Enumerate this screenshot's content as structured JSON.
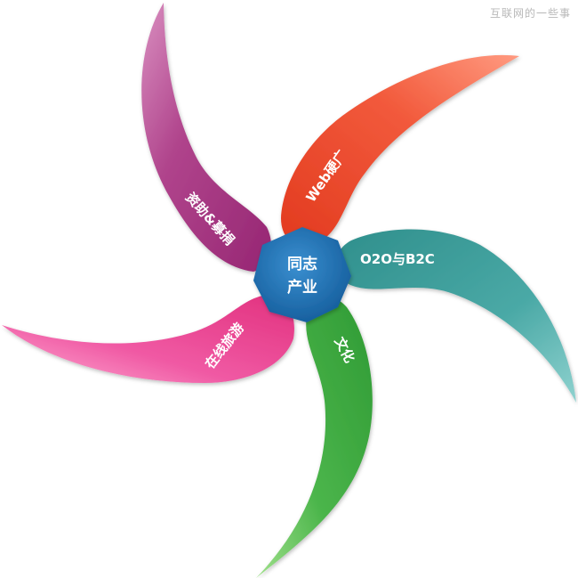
{
  "watermark": "互联网的一些事",
  "center": {
    "line1": "同志",
    "line2": "产业",
    "color": "#1f6fb0"
  },
  "petals": [
    {
      "id": "web",
      "label": "Web硬广",
      "color": "#e8412a",
      "highlight": "#ff8a6a"
    },
    {
      "id": "o2o",
      "label": "O2O与B2C",
      "color": "#3a9e9c",
      "highlight": "#7fcfcb"
    },
    {
      "id": "culture",
      "label": "文化",
      "color": "#3aa33c",
      "highlight": "#8edc7e"
    },
    {
      "id": "travel",
      "label": "在线旅游",
      "color": "#ea3f95",
      "highlight": "#ff9acb"
    },
    {
      "id": "funding",
      "label": "资助&募捐",
      "color": "#a32e7c",
      "highlight": "#d47db6"
    }
  ]
}
